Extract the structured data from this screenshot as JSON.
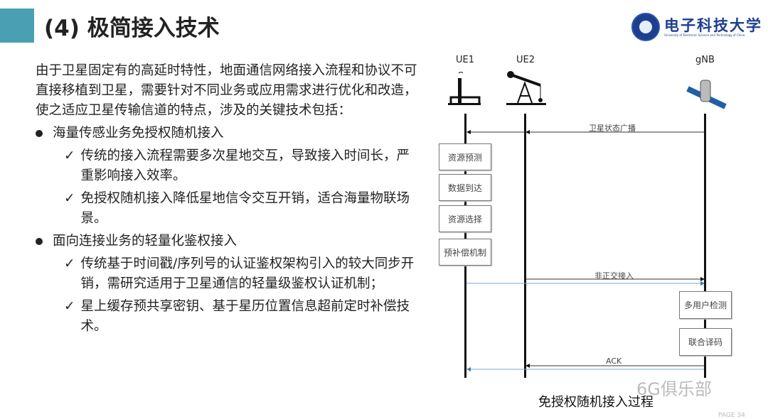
{
  "title": "(4) 极简接入技术",
  "logo": {
    "name": "电子科技大学",
    "subtitle": "University of Electronic Science and Technology of China"
  },
  "intro": "由于卫星固定有的高延时特性，地面通信网络接入流程和协议不可直接移植到卫星，需要针对不同业务或应用需求进行优化和改造，使之适应卫星传输信道的特点，涉及的关键技术包括：",
  "bullets": [
    {
      "text": "海量传感业务免授权随机接入",
      "subs": [
        "传统的接入流程需要多次星地交互，导致接入时间长，严重影响接入效率。",
        "免授权随机接入降低星地信令交互开销，适合海量物联场景。"
      ]
    },
    {
      "text": "面向连接业务的轻量化鉴权接入",
      "subs": [
        "传统基于时间戳/序列号的认证鉴权架构引入的较大同步开销，需研究适用于卫星通信的轻量级鉴权认证机制；",
        "星上缓存预共享密钥、基于星历位置信息超前定时补偿技术。"
      ]
    }
  ],
  "check_mark": "✓",
  "diagram": {
    "entities": [
      "UE1",
      "UE2",
      "gNB"
    ],
    "ue_steps": [
      "资源预测",
      "数据到达",
      "资源选择",
      "预补偿机制"
    ],
    "gnb_steps": [
      "多用户检测",
      "联合译码"
    ],
    "messages": [
      "卫星状态广播",
      "非正交接入",
      "ACK"
    ],
    "caption": "免授权随机接入过程"
  },
  "watermark": "6G俱乐部",
  "page": "PAGE 34"
}
